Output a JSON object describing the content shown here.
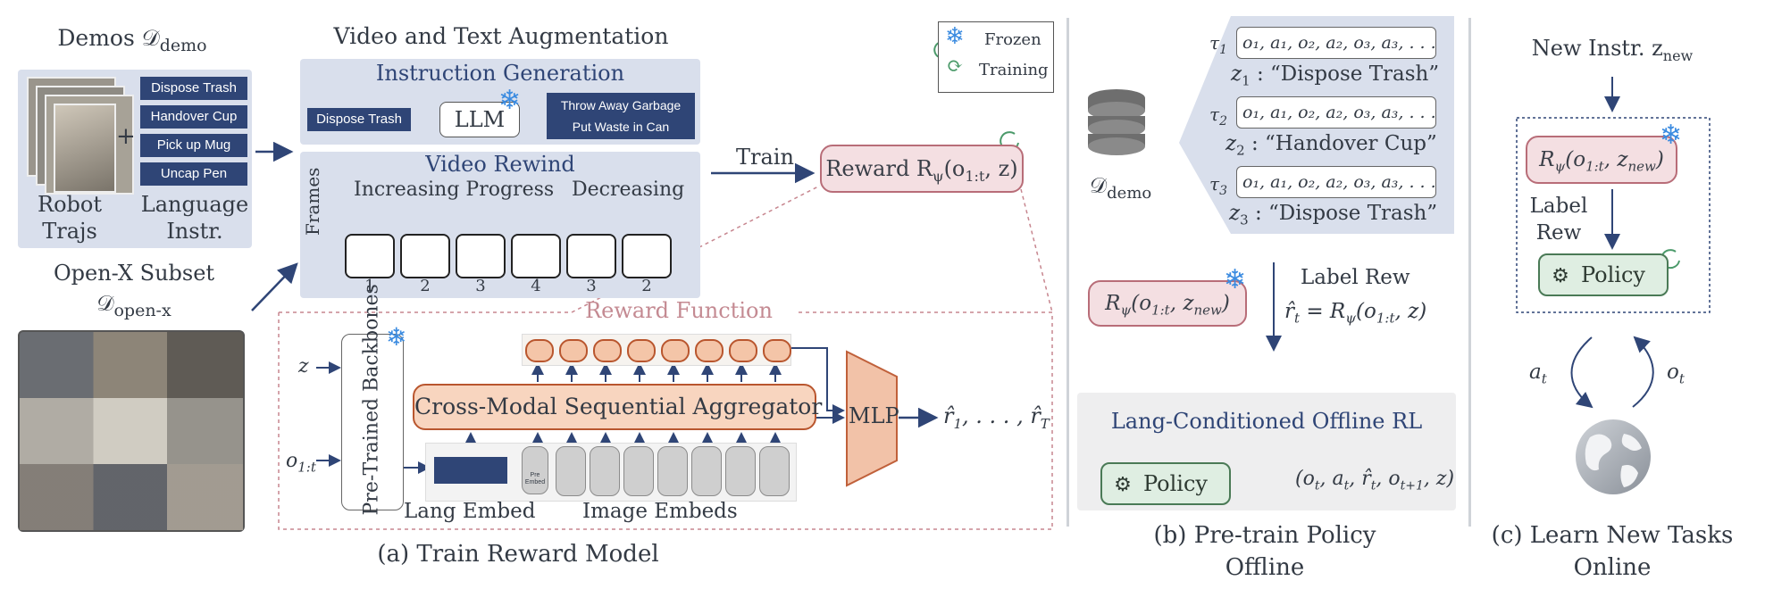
{
  "panel_a": {
    "demos_title": "Demos 𝒟",
    "demos_sub": "demo",
    "robot_trajs": [
      "Robot",
      "Trajs"
    ],
    "plus": "+",
    "language_instr": [
      "Language",
      "Instr."
    ],
    "instructions": [
      "Dispose Trash",
      "Handover Cup",
      "Pick up Mug",
      "Uncap Pen"
    ],
    "openx_title": "Open-X Subset",
    "openx_sym": "𝒟",
    "openx_sub": "open-x",
    "aug_title": "Video and Text Augmentation",
    "instr_gen_title": "Instruction Generation",
    "instr_gen_input": "Dispose Trash",
    "llm": "LLM",
    "instr_gen_outputs": [
      "Throw Away Garbage",
      "Put Waste in Can"
    ],
    "video_rewind_title": "Video Rewind",
    "increasing": "Increasing Progress",
    "decreasing": "Decreasing",
    "frames_label": "Frames",
    "frame_numbers": [
      "1",
      "2",
      "3",
      "4",
      "3",
      "2"
    ],
    "train_label": "Train",
    "reward_label": "Reward R",
    "reward_sub": "ψ",
    "reward_args": "(o",
    "reward_args_sub": "1:t",
    "reward_args_end": ", z)",
    "reward_fn_title": "Reward Function",
    "z_input": "z",
    "o_input": "o",
    "o_input_sub": "1:t",
    "backbones": "Pre-Trained Backbones",
    "aggregator": "Cross-Modal Sequential Aggregator",
    "mlp": "MLP",
    "output": "r̂",
    "output_sub1": "1",
    "output_mid": ", . . . , r̂",
    "output_subT": "T",
    "lang_embed": "Lang Embed",
    "image_embeds": "Image Embeds",
    "pre_embed": [
      "Pre",
      "Embed"
    ],
    "caption": "(a) Train Reward Model"
  },
  "legend": {
    "frozen": "Frozen",
    "training": "Training"
  },
  "panel_b": {
    "traj_rows": [
      {
        "tau": "τ",
        "tau_sub": "1",
        "seq": "o₁, a₁, o₂, a₂, o₃, a₃, . . .",
        "zlabel": "z",
        "zsub": "1",
        "instr": " : “Dispose Trash”"
      },
      {
        "tau": "τ",
        "tau_sub": "2",
        "seq": "o₁, a₁, o₂, a₂, o₃, a₃, . . .",
        "zlabel": "z",
        "zsub": "2",
        "instr": " : “Handover Cup”"
      },
      {
        "tau": "τ",
        "tau_sub": "3",
        "seq": "o₁, a₁, o₂, a₂, o₃, a₃, . . .",
        "zlabel": "z",
        "zsub": "3",
        "instr": " : “Dispose Trash”"
      }
    ],
    "db_sym": "𝒟",
    "db_sub": "demo",
    "reward_r": "R",
    "reward_sub": "ψ",
    "reward_args": "(o",
    "reward_args_sub": "1:t",
    "reward_z": ", z",
    "reward_z_sub": "new",
    "reward_close": ")",
    "label_rew": "Label Rew",
    "rhat_eq": "r̂",
    "rhat_sub": "t",
    "rhat_rhs": " = R",
    "rhat_rhs_sub": "ψ",
    "rhat_args": "(o",
    "rhat_args_sub": "1:t",
    "rhat_end": ", z)",
    "offline_rl_title": "Lang-Conditioned Offline RL",
    "policy": "Policy",
    "tuple": "(o",
    "tuple_sub1": "t",
    "tuple_a": ", a",
    "tuple_sub2": "t",
    "tuple_r": ", r̂",
    "tuple_sub3": "t",
    "tuple_o": ", o",
    "tuple_sub4": "t+1",
    "tuple_end": ", z)",
    "caption": [
      "(b) Pre-train Policy",
      "Offline"
    ]
  },
  "panel_c": {
    "new_instr": "New Instr. z",
    "new_instr_sub": "new",
    "reward_r": "R",
    "reward_sub": "ψ",
    "reward_args": "(o",
    "reward_args_sub": "1:t",
    "reward_z": ", z",
    "reward_z_sub": "new",
    "reward_close": ")",
    "label_rew": [
      "Label",
      "Rew"
    ],
    "policy": "Policy",
    "a_t": "a",
    "a_t_sub": "t",
    "o_t": "o",
    "o_t_sub": "t",
    "caption": [
      "(c) Learn New Tasks",
      "Online"
    ]
  },
  "colors": {
    "navy": "#2f4576",
    "panel": "#d9dfec",
    "reward_pink": "#f4dfe2",
    "reward_border": "#b86d78",
    "policy_green": "#dfeee2",
    "aggregator": "#f8d5bf",
    "mlp": "#f2c2a8",
    "frozen_blue": "#3b8be0"
  }
}
